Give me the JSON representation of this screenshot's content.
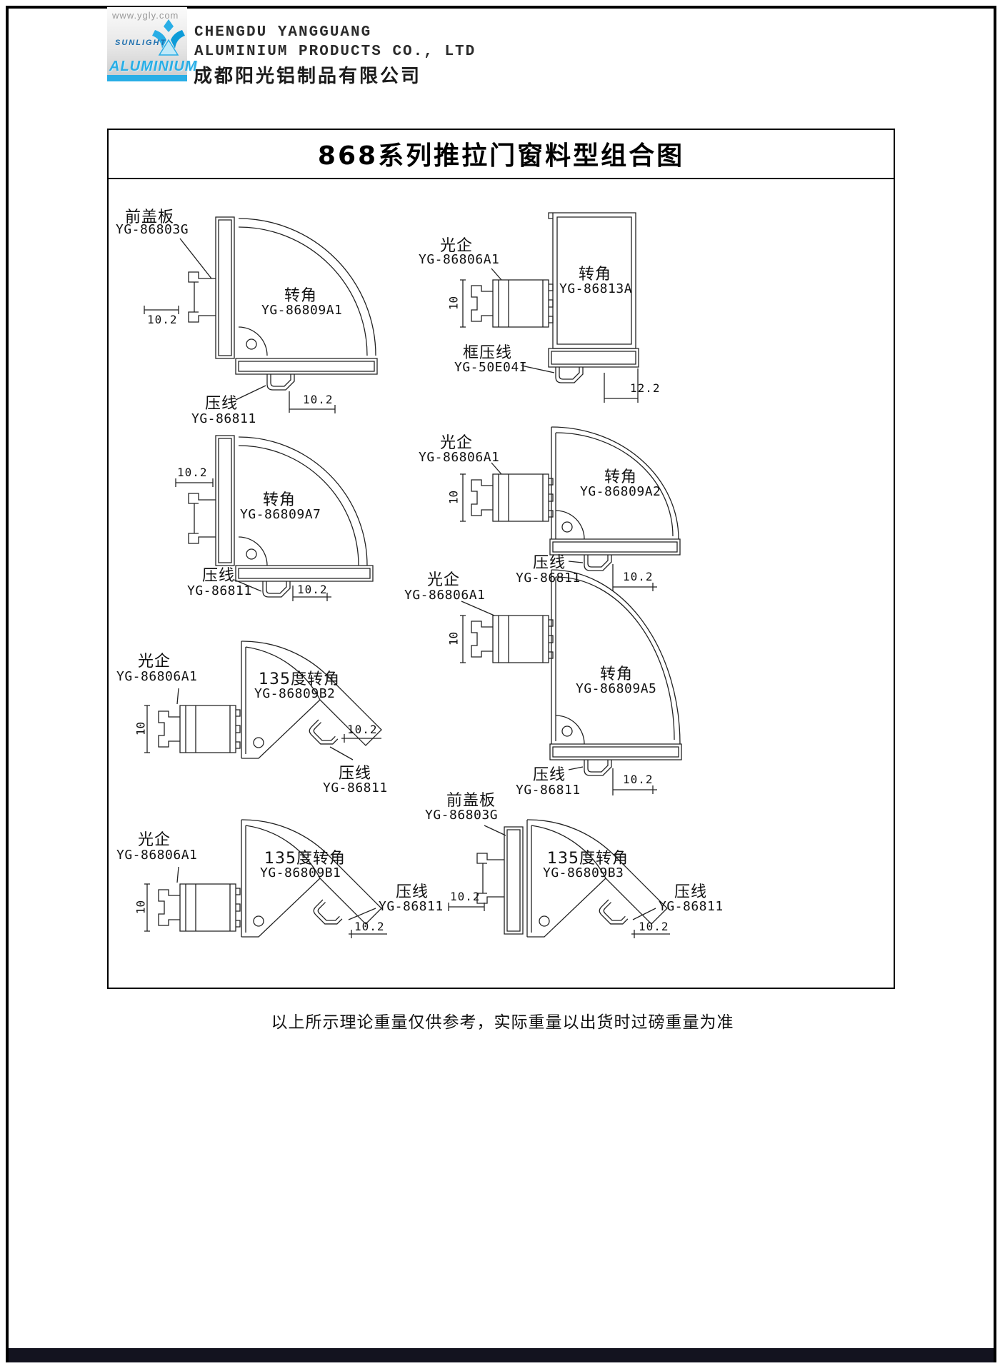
{
  "header": {
    "website": "www.ygly.com",
    "logo": {
      "line1": "SUNLIGHT",
      "line2": "ALUMINIUM"
    },
    "company_en_line1": "CHENGDU YANGGUANG",
    "company_en_line2": "ALUMINIUM PRODUCTS CO., LTD",
    "company_cn": "成都阳光铝制品有限公司"
  },
  "sheet": {
    "title": "868系列推拉门窗料型组合图",
    "footer_note": "以上所示理论重量仅供参考，实际重量以出货时过磅重量为准"
  },
  "diagrams": [
    {
      "center_name": "转角",
      "center_part": "YG-86809A1",
      "callout_a_name": "前盖板",
      "callout_a_part": "YG-86803G",
      "callout_b_name": "压线",
      "callout_b_part": "YG-86811",
      "dim_a": "10.2",
      "dim_b": "10.2"
    },
    {
      "center_name": "转角",
      "center_part": "YG-86813A",
      "callout_a_name": "光企",
      "callout_a_part": "YG-86806A1",
      "callout_b_name": "框压线",
      "callout_b_part": "YG-50E04I",
      "dim_a": "10",
      "dim_b": "12.2"
    },
    {
      "center_name": "转角",
      "center_part": "YG-86809A7",
      "callout_b_name": "压线",
      "callout_b_part": "YG-86811",
      "dim_a": "10.2",
      "dim_b": "10.2"
    },
    {
      "center_name": "转角",
      "center_part": "YG-86809A2",
      "callout_a_name": "光企",
      "callout_a_part": "YG-86806A1",
      "callout_b_name": "压线",
      "callout_b_part": "YG-86811",
      "dim_a": "10",
      "dim_b": "10.2"
    },
    {
      "center_name": "135度转角",
      "center_part": "YG-86809B2",
      "callout_a_name": "光企",
      "callout_a_part": "YG-86806A1",
      "callout_b_name": "压线",
      "callout_b_part": "YG-86811",
      "dim_a": "10",
      "dim_b": "10.2"
    },
    {
      "center_name": "转角",
      "center_part": "YG-86809A5",
      "callout_a_name": "光企",
      "callout_a_part": "YG-86806A1",
      "callout_b_name": "压线",
      "callout_b_part": "YG-86811",
      "dim_a": "10",
      "dim_b": "10.2"
    },
    {
      "center_name": "135度转角",
      "center_part": "YG-86809B1",
      "callout_a_name": "光企",
      "callout_a_part": "YG-86806A1",
      "callout_b_name": "压线",
      "callout_b_part": "YG-86811",
      "dim_a": "10",
      "dim_b": "10.2"
    },
    {
      "center_name": "135度转角",
      "center_part": "YG-86809B3",
      "callout_a_name": "前盖板",
      "callout_a_part": "YG-86803G",
      "callout_b_name": "压线",
      "callout_b_part": "YG-86811",
      "dim_a": "10.2",
      "dim_b": "10.2"
    }
  ],
  "colors": {
    "accent_cyan": "#29AEE6",
    "line": "#222222",
    "footer_bar": "#13131F"
  }
}
